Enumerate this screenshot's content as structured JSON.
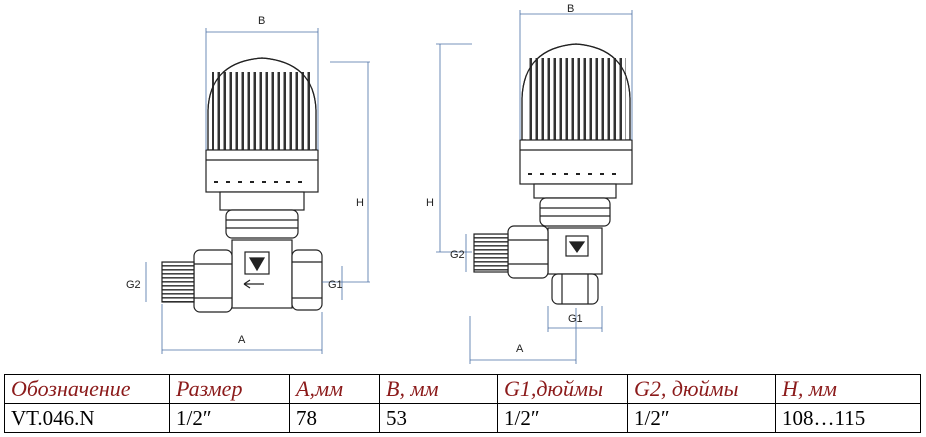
{
  "drawing": {
    "left_view": {
      "label_b": "B",
      "label_h": "H",
      "label_a": "A",
      "label_g1": "G1",
      "label_g2": "G2"
    },
    "right_view": {
      "label_b": "B",
      "label_h": "H",
      "label_a": "A",
      "label_g1": "G1",
      "label_g2": "G2"
    }
  },
  "table": {
    "headers": [
      "Обозначение",
      "Размер",
      "А,мм",
      "В, мм",
      "G1,дюймы",
      "G2, дюймы",
      "Н, мм"
    ],
    "row": [
      "VT.046.N",
      "1/2″",
      "78",
      "53",
      "1/2″",
      "1/2″",
      "108…115"
    ]
  }
}
